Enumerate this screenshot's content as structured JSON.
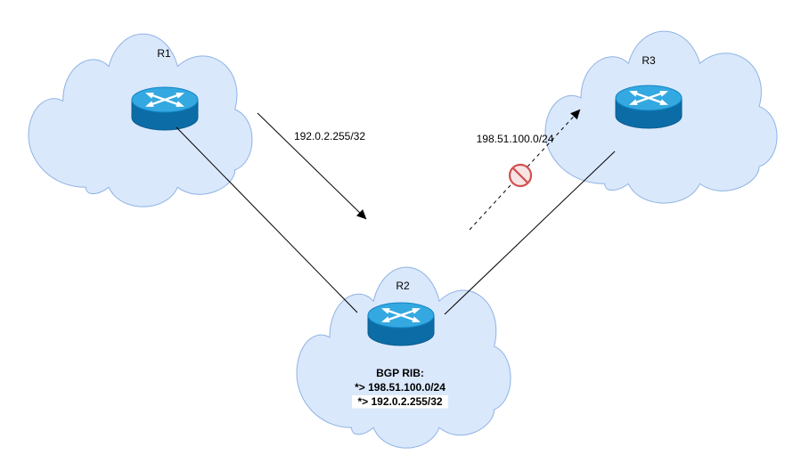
{
  "diagram": {
    "nodes": {
      "r1": {
        "label": "R1"
      },
      "r2": {
        "label": "R2"
      },
      "r3": {
        "label": "R3"
      }
    },
    "edges": {
      "advert_r1_to_r2": {
        "label": "192.0.2.255/32",
        "style": "solid-arrow"
      },
      "link_r1_r2": {
        "style": "solid-line"
      },
      "link_r2_r3": {
        "style": "solid-line"
      },
      "advert_r2_to_r3": {
        "label": "198.51.100.0/24",
        "style": "dashed-arrow",
        "blocked": true
      }
    },
    "r2_rib": {
      "title": "BGP RIB:",
      "entry1": "*> 198.51.100.0/24",
      "entry2": "*> 192.0.2.255/32"
    },
    "colors": {
      "cloud_fill": "#dae8fc",
      "cloud_stroke": "#8eb3e3",
      "router_top": "#34a8e0",
      "router_body": "#0c6da6",
      "edge_stroke": "#000000",
      "rib_highlight_green": "#009900",
      "blocked_icon_stroke": "#d05050",
      "blocked_icon_fill": "#f8e4e4"
    }
  }
}
